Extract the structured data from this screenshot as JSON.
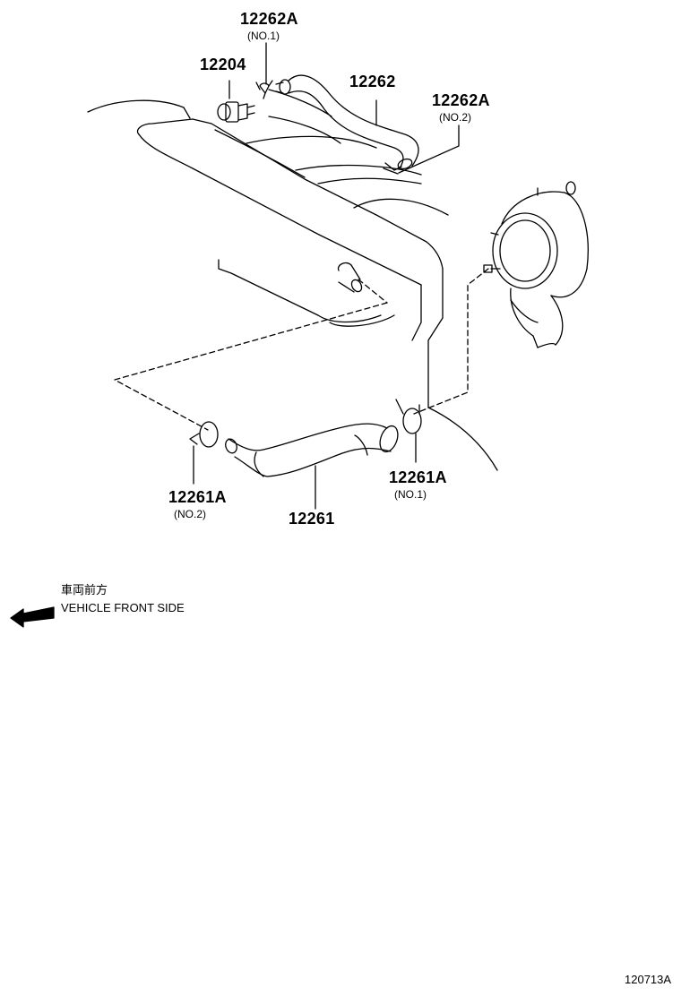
{
  "parts": {
    "p12262A_no1": {
      "number": "12262A",
      "sub": "(NO.1)"
    },
    "p12204": {
      "number": "12204"
    },
    "p12262": {
      "number": "12262"
    },
    "p12262A_no2": {
      "number": "12262A",
      "sub": "(NO.2)"
    },
    "p12261A_no2": {
      "number": "12261A",
      "sub": "(NO.2)"
    },
    "p12261": {
      "number": "12261"
    },
    "p12261A_no1": {
      "number": "12261A",
      "sub": "(NO.1)"
    }
  },
  "legend": {
    "japanese": "車両前方",
    "english": "VEHICLE FRONT SIDE"
  },
  "illustration_code": "120713A",
  "colors": {
    "line": "#000000",
    "background": "#ffffff"
  }
}
